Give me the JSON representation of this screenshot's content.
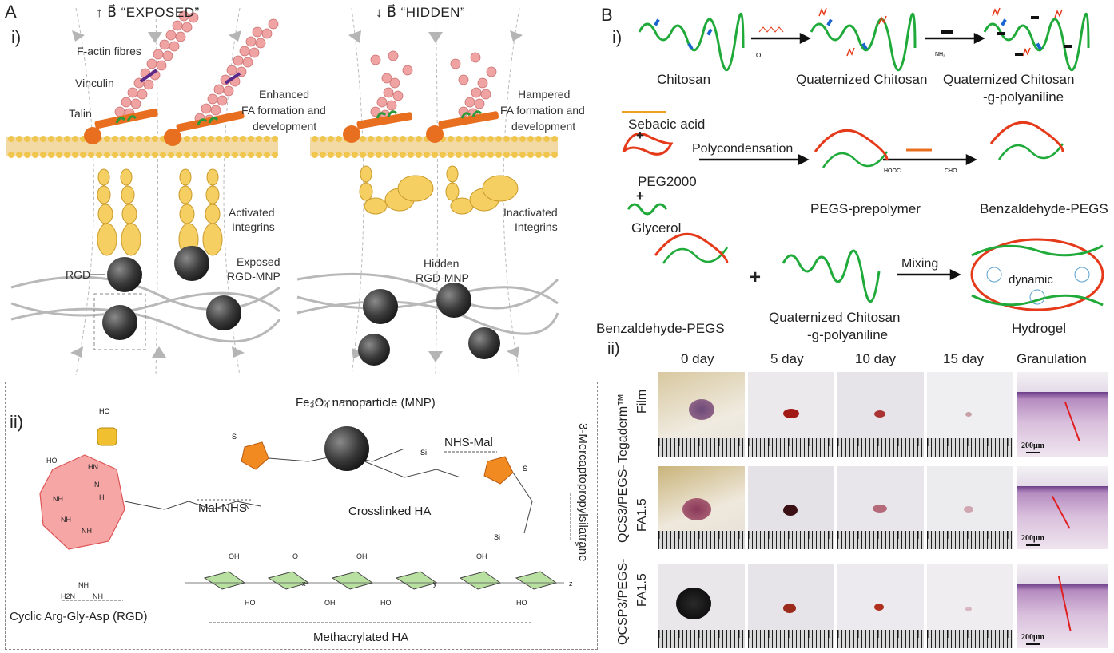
{
  "panel_a": {
    "letter": "A",
    "sub_i": "i)",
    "sub_ii": "ii)",
    "exposed_title": "↑ B⃗ “EXPOSED”",
    "hidden_title": "↓ B⃗ “HIDDEN”",
    "f_actin": "F-actin fibres",
    "vinculin": "Vinculin",
    "talin": "Talin",
    "enhanced": [
      "Enhanced",
      "FA formation and",
      "development"
    ],
    "hampered": [
      "Hampered",
      "FA formation and",
      "development"
    ],
    "activated": [
      "Activated",
      "Integrins"
    ],
    "inactivated": [
      "Inactivated",
      "Integrins"
    ],
    "rgd": "RGD",
    "exposed_mnp": [
      "Exposed",
      "RGD-MNP"
    ],
    "hidden_mnp": [
      "Hidden",
      "RGD-MNP"
    ],
    "fe3o4": "Fe₃O₄ nanoparticle (MNP)",
    "nhs_mal": "NHS-Mal",
    "mal_nhs": "Mal-NHS",
    "mercapto": "3-Mercaptopropylsilatrane",
    "crosslinked_ha": "Crosslinked HA",
    "cyclic_rgd": "Cyclic Arg-Gly-Asp (RGD)",
    "methacrylated_ha": "Methacrylated HA"
  },
  "panel_b": {
    "letter": "B",
    "sub_i": "i)",
    "sub_ii": "ii)",
    "chitosan": "Chitosan",
    "quaternized_chitosan": "Quaternized Chitosan",
    "qc_g_pani": [
      "Quaternized Chitosan",
      "-g-polyaniline"
    ],
    "sebacic_acid": "Sebacic acid",
    "plus": "+",
    "peg2000": "PEG2000",
    "glycerol": "Glycerol",
    "polycondensation": "Polycondensation",
    "pegs_prepolymer": "PEGS-prepolymer",
    "benzaldehyde_pegs": "Benzaldehyde-PEGS",
    "benzaldehyde_pegs_2": "Benzaldehyde-PEGS",
    "qc_g_pani_2": [
      "Quaternized Chitosan",
      "-g-polyaniline"
    ],
    "mixing": "Mixing",
    "dynamic": "dynamic",
    "hydrogel": "Hydrogel",
    "col_headers": [
      "0 day",
      "5 day",
      "10 day",
      "15 day",
      "Granulation"
    ],
    "row_labels": [
      [
        "Tegaderm™",
        "Film"
      ],
      [
        "QCS3/PEGS-",
        "FA1.5"
      ],
      [
        "QCSP3/PEGS-",
        "FA1.5"
      ]
    ],
    "scale_bar": "200μm"
  }
}
